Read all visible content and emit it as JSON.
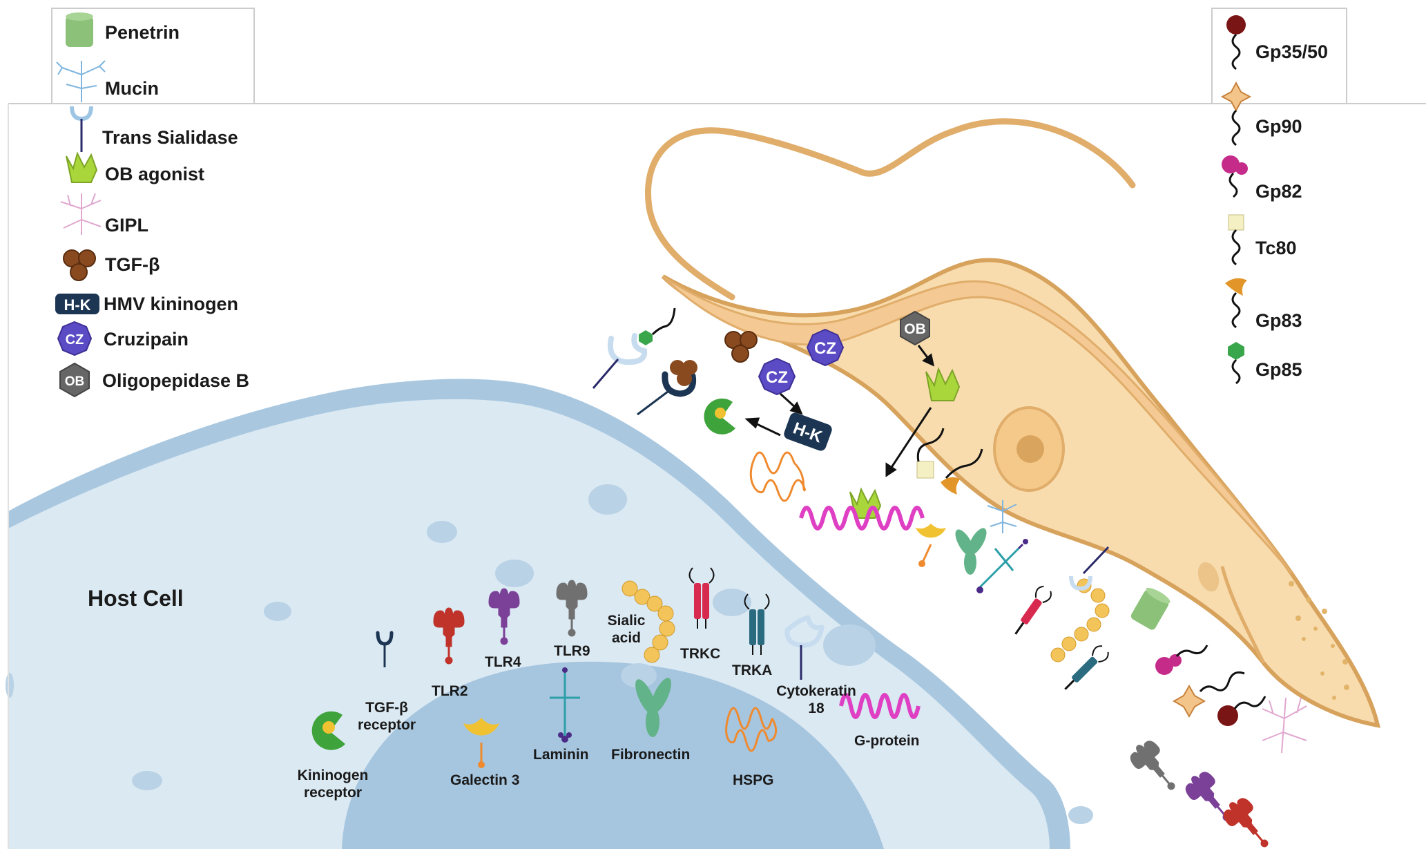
{
  "left_legend": [
    {
      "label": "Penetrin",
      "icon": "penetrin-icon"
    },
    {
      "label": "Mucin",
      "icon": "mucin-icon"
    },
    {
      "label": "Trans Sialidase",
      "icon": "trans-sialidase-icon"
    },
    {
      "label": "OB agonist",
      "icon": "ob-agonist-icon"
    },
    {
      "label": "GIPL",
      "icon": "gipl-icon"
    },
    {
      "label": "TGF-β",
      "icon": "tgf-beta-icon"
    },
    {
      "label": "HMV kininogen",
      "icon": "hk-badge-icon",
      "badge": "H-K"
    },
    {
      "label": "Cruzipain",
      "icon": "cruzipain-icon",
      "badge": "CZ"
    },
    {
      "label": "Oligopepidase B",
      "icon": "oligopeptidase-icon",
      "badge": "OB"
    }
  ],
  "right_legend": [
    {
      "label": "Gp35/50",
      "icon": "gp35-50-icon"
    },
    {
      "label": "Gp90",
      "icon": "gp90-icon"
    },
    {
      "label": "Gp82",
      "icon": "gp82-icon"
    },
    {
      "label": "Tc80",
      "icon": "tc80-icon"
    },
    {
      "label": "Gp83",
      "icon": "gp83-icon"
    },
    {
      "label": "Gp85",
      "icon": "gp85-icon"
    }
  ],
  "host_cell_label": "Host Cell",
  "receptors": {
    "tlr2": "TLR2",
    "tlr4": "TLR4",
    "tlr9": "TLR9",
    "sialic_acid": [
      "Sialic",
      "acid"
    ],
    "trkc": "TRKC",
    "trka": "TRKA",
    "cytokeratin": [
      "Cytokeratin",
      "18"
    ],
    "tgf_receptor": [
      "TGF-β",
      "receptor"
    ],
    "galectin": "Galectin 3",
    "laminin": "Laminin",
    "fibronectin": "Fibronectin",
    "hspg": "HSPG",
    "g_protein": "G-protein",
    "kininogen_receptor": [
      "Kininogen",
      "receptor"
    ]
  },
  "badges": {
    "cz": "CZ",
    "hk": "H-K",
    "ob": "OB"
  },
  "colors": {
    "cell_fill": "#dbe9f3",
    "membrane": "#a9c8e0",
    "nucleus": "#a6c5de",
    "parasite_fill": "#f8dcae",
    "parasite_stroke": "#d7a25c",
    "tlr2": "#c0332b",
    "tlr4": "#7b4097",
    "tlr9": "#707070",
    "sialic": "#f2c45a",
    "trkc": "#d8294f",
    "trka": "#2a6b80",
    "hspg": "#ef8a2e",
    "g_protein": "#de3fc3",
    "galectin": "#f0c232",
    "fibronectin": "#63b38a",
    "laminin": "#2c9fa8",
    "kininogen_green": "#3fa33c",
    "cz_purple": "#5b4bc4",
    "hk_navy": "#1c3553",
    "ob_gray": "#666666",
    "ob_agonist": "#a9d63b",
    "tgf_brown": "#8a4a1f",
    "penetrin": "#8cc17a"
  }
}
